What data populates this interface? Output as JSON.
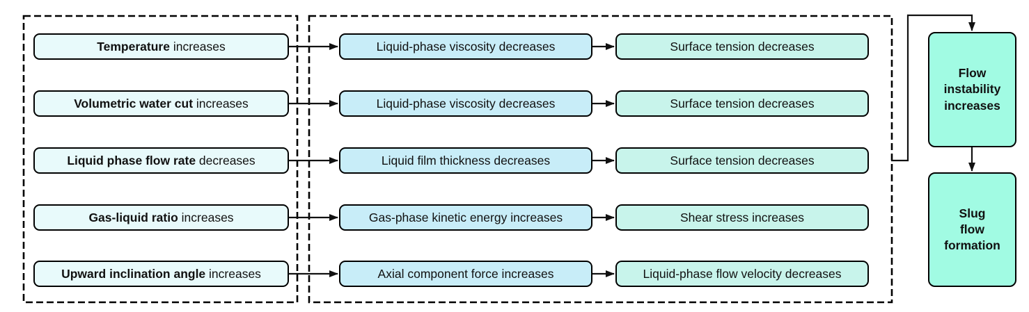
{
  "colors": {
    "cause_box_fill": "#e8fafb",
    "mechanism_stage1_fill": "#c8edf8",
    "mechanism_stage2_fill": "#c8f4eb",
    "outcome_box_fill": "#a1fbe3",
    "line_and_border": "#000000",
    "background": "#ffffff"
  },
  "causes": {
    "items": [
      {
        "emphasis": "Temperature",
        "suffix": " increases"
      },
      {
        "emphasis": "Volumetric water cut",
        "suffix": " increases"
      },
      {
        "emphasis": "Liquid phase flow rate",
        "suffix": " decreases"
      },
      {
        "emphasis": "Gas-liquid ratio",
        "suffix": " increases"
      },
      {
        "emphasis": "Upward inclination angle",
        "suffix": " increases"
      }
    ]
  },
  "mechanisms": {
    "rows": [
      {
        "stage1": "Liquid-phase viscosity decreases",
        "stage2": "Surface tension decreases"
      },
      {
        "stage1": "Liquid-phase viscosity decreases",
        "stage2": "Surface tension decreases"
      },
      {
        "stage1": "Liquid film thickness decreases",
        "stage2": "Surface tension decreases"
      },
      {
        "stage1": "Gas-phase kinetic energy increases",
        "stage2": "Shear stress increases"
      },
      {
        "stage1": "Axial component force increases",
        "stage2": "Liquid-phase flow velocity decreases"
      }
    ]
  },
  "outcomes": {
    "flow_instability": "Flow\ninstability\nincreases",
    "slug_flow": "Slug\nflow\nformation"
  }
}
